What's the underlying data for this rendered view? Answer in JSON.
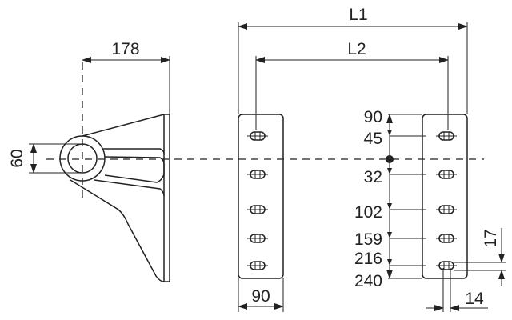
{
  "side_view": {
    "width_label": "178",
    "diameter_label": "60"
  },
  "front_view": {
    "plate_width_label": "90",
    "overall_length_label": "L1",
    "hole_spacing_label": "L2"
  },
  "hole_positions": {
    "labels": [
      "90",
      "45",
      "32",
      "102",
      "159",
      "216",
      "240"
    ]
  },
  "slot_dims": {
    "height_label": "17",
    "width_label": "14"
  }
}
